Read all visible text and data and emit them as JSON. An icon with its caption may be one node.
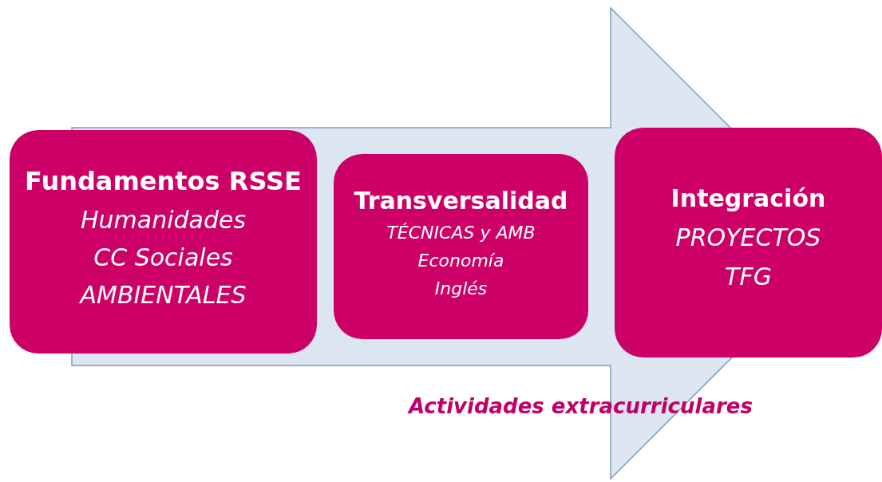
{
  "diagram": {
    "nodes": [
      {
        "text": [
          "Fundamentos RSSE",
          "Humanidades",
          "CC Sociales",
          "AMBIENTALES"
        ]
      },
      {
        "text": [
          "Transversalidad",
          "TÉCNICAS y AMB",
          "Economía",
          "Inglés"
        ]
      },
      {
        "text": [
          "Integración",
          "PROYECTOS",
          "TFG"
        ]
      }
    ],
    "edges": [
      {
        "from": 0,
        "to": 2,
        "arrow": "to"
      }
    ],
    "labels": [
      "Actividades extracurriculares"
    ]
  }
}
